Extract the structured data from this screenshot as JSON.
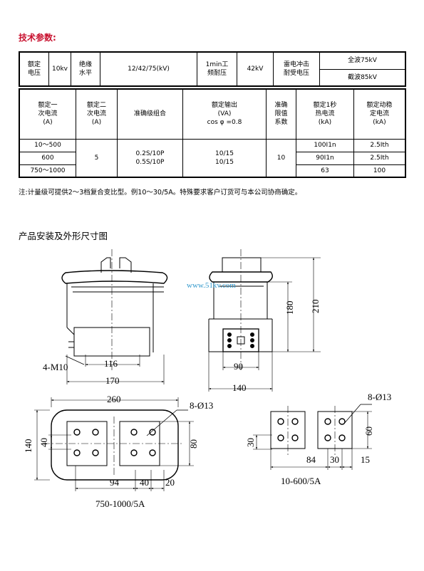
{
  "title": "技术参数:",
  "table1": {
    "rated_voltage_label": "额定\n电压",
    "rated_voltage_value": "10kv",
    "insulation_label": "绝缘\n水平",
    "insulation_value": "12/42/75(kV)",
    "power_freq_label": "1min工\n频耐压",
    "power_freq_value": "42kV",
    "impulse_label": "雷电冲击\n耐受电压",
    "full_wave": "全波75kV",
    "chopped_wave": "截波85kV"
  },
  "table2": {
    "headers": {
      "primary_current": "额定一\n次电流\n(A)",
      "secondary_current": "额定二\n次电流\n(A)",
      "accuracy_combo": "准确级组合",
      "rated_output": "额定输出\n(VA)\ncos φ =0.8",
      "accuracy_limit": "准确\n限值\n系数",
      "thermal_current": "额定1秒\n热电流\n(kA)",
      "dynamic_current": "额定动稳\n定电流\n(kA)"
    },
    "rows": [
      {
        "primary": "10～500",
        "thermal": "100I1n",
        "dynamic": "2.5Ith"
      },
      {
        "primary": "600",
        "thermal": "90I1n",
        "dynamic": "2.5Ith"
      },
      {
        "primary": "750～1000",
        "thermal": "63",
        "dynamic": "100"
      }
    ],
    "secondary": "5",
    "accuracy": [
      "0.2S/10P",
      "0.5S/10P"
    ],
    "output": [
      "10/15",
      "10/15"
    ],
    "limit": "10"
  },
  "note": "注:计量级可提供2～3档复合变比型。例10～30/5A。特殊要求客户订货可与本公司协商确定。",
  "section_title": "产品安装及外形尺寸图",
  "drawing": {
    "watermark": "www.51kv.com",
    "dims": {
      "d116": "116",
      "d170": "170",
      "d90": "90",
      "d140_side": "140",
      "d180": "180",
      "d210": "210",
      "d260": "260",
      "d140_plan": "140",
      "d40_left": "40",
      "d80": "80",
      "d94": "94",
      "d40_bottom": "40",
      "d20": "20",
      "d30_small": "30",
      "d84": "84",
      "d30_bottom": "30",
      "d15": "15",
      "d60": "60"
    },
    "label_bolt": "4-M10",
    "label_holes_plan": "8-Ø13",
    "label_holes_small": "8-Ø13",
    "caption_plan": "750-1000/5A",
    "caption_small": "10-600/5A"
  },
  "colors": {
    "title": "#c8102e",
    "watermark": "#3399cc"
  }
}
